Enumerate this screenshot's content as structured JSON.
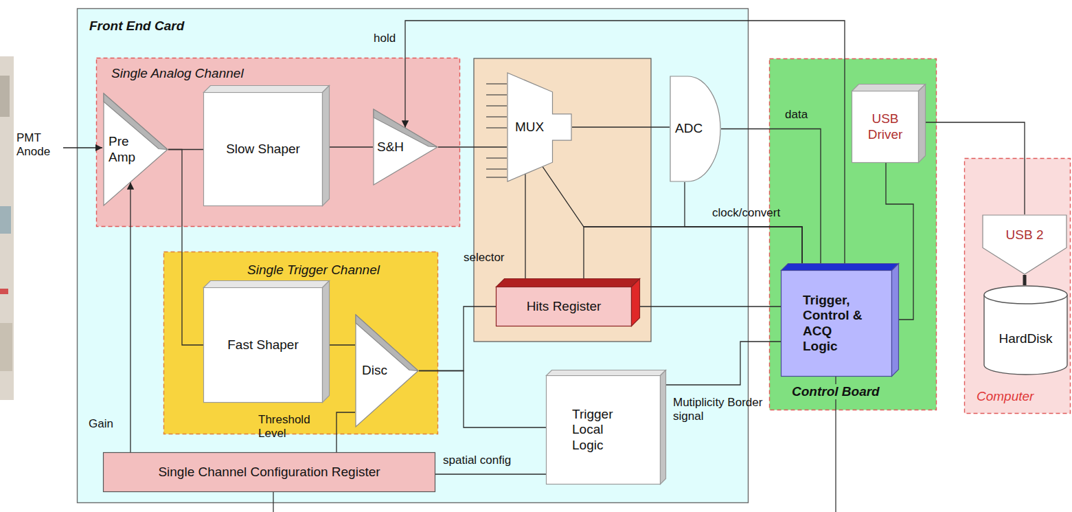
{
  "diagram": {
    "nodes": [
      {
        "text": [
          "Front End Card"
        ]
      },
      {
        "text": [
          "Single Analog Channel"
        ],
        "in": 0
      },
      {
        "text": [
          "Pre Amp"
        ],
        "in": 1
      },
      {
        "text": [
          "Slow Shaper"
        ],
        "in": 1
      },
      {
        "text": [
          "S&H"
        ],
        "in": 1
      },
      {
        "text": [
          "MUX"
        ],
        "in": 0
      },
      {
        "text": [
          "ADC"
        ],
        "in": 0
      },
      {
        "text": [
          "Single Trigger Channel"
        ],
        "in": 0
      },
      {
        "text": [
          "Fast Shaper"
        ],
        "in": 7
      },
      {
        "text": [
          "Disc"
        ],
        "in": 7
      },
      {
        "text": [
          "Hits Register"
        ],
        "in": 0
      },
      {
        "text": [
          "Trigger Local Logic"
        ],
        "in": 0
      },
      {
        "text": [
          "Single Channel Configuration Register"
        ],
        "in": 0
      },
      {
        "text": [
          "Control Board"
        ]
      },
      {
        "text": [
          "USB Driver"
        ],
        "in": 13
      },
      {
        "text": [
          "Trigger, Control & ACQ Logic"
        ],
        "in": 13
      },
      {
        "text": [
          "Computer"
        ]
      },
      {
        "text": [
          "USB 2"
        ],
        "in": 16
      },
      {
        "text": [
          "HardDisk"
        ],
        "in": 16
      }
    ],
    "edges": [
      {
        "from": 2,
        "to": 3,
        "arrow": "none"
      },
      {
        "from": 3,
        "to": 4,
        "arrow": "none"
      },
      {
        "from": 4,
        "to": 5,
        "arrow": "none"
      },
      {
        "from": 5,
        "to": 6,
        "arrow": "none"
      },
      {
        "from": 2,
        "to": 8,
        "arrow": "none"
      },
      {
        "from": 8,
        "to": 9,
        "arrow": "none"
      },
      {
        "from": 9,
        "to": 10,
        "arrow": "none"
      },
      {
        "from": 9,
        "to": 11,
        "arrow": "none"
      },
      {
        "from": 6,
        "to": 15,
        "label": "data",
        "arrow": "none"
      },
      {
        "from": 15,
        "to": 6,
        "label": "clock/convert",
        "arrow": "none"
      },
      {
        "from": 15,
        "to": 5,
        "arrow": "none"
      },
      {
        "from": 15,
        "to": 10,
        "arrow": "none"
      },
      {
        "from": 10,
        "to": 5,
        "label": "selector",
        "arrow": "none"
      },
      {
        "from": 10,
        "to": 15,
        "arrow": "none"
      },
      {
        "from": 11,
        "to": 15,
        "label": "Mutiplicity Border signal",
        "arrow": "none"
      },
      {
        "from": 15,
        "to": 4,
        "label": "hold",
        "arrow": "to"
      },
      {
        "from": 14,
        "to": 15,
        "arrow": "none"
      },
      {
        "from": 14,
        "to": 17,
        "arrow": "none"
      },
      {
        "from": 17,
        "to": 18,
        "arrow": "none"
      },
      {
        "from": 12,
        "to": 2,
        "label": "Gain",
        "arrow": "to"
      },
      {
        "from": 12,
        "to": 9,
        "label": "Threshold Level",
        "arrow": "none"
      },
      {
        "from": 12,
        "to": 11,
        "label": "spatial config",
        "arrow": "none"
      }
    ],
    "labels": [
      "PMT Anode"
    ]
  }
}
